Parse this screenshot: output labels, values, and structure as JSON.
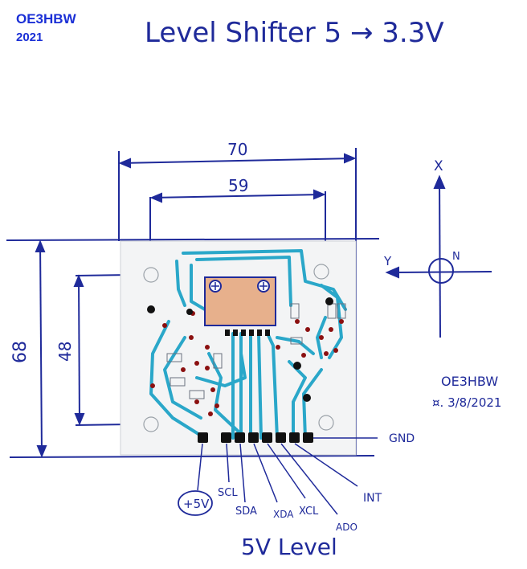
{
  "header": {
    "brand": "OE3HBW",
    "year": "2021"
  },
  "title": "Level Shifter   5 → 3.3V",
  "dimensions": {
    "outer_width": "70",
    "inner_width": "59",
    "outer_height": "68",
    "inner_height": "48"
  },
  "axes": {
    "x": "X",
    "y": "Y",
    "n": "N"
  },
  "signature": {
    "name": "OE3HBW",
    "date": "¤. 3/8/2021"
  },
  "pins": [
    "+5V",
    "SCL",
    "SDA",
    "XDA",
    "XCL",
    "ADO",
    "INT",
    "GND"
  ],
  "footer": "5V Level",
  "colors": {
    "ink": "#1f2a9a",
    "trace": "#2aa7c9",
    "pad": "#111111",
    "drill": "#8b1010",
    "chip": "#e7b08c"
  }
}
